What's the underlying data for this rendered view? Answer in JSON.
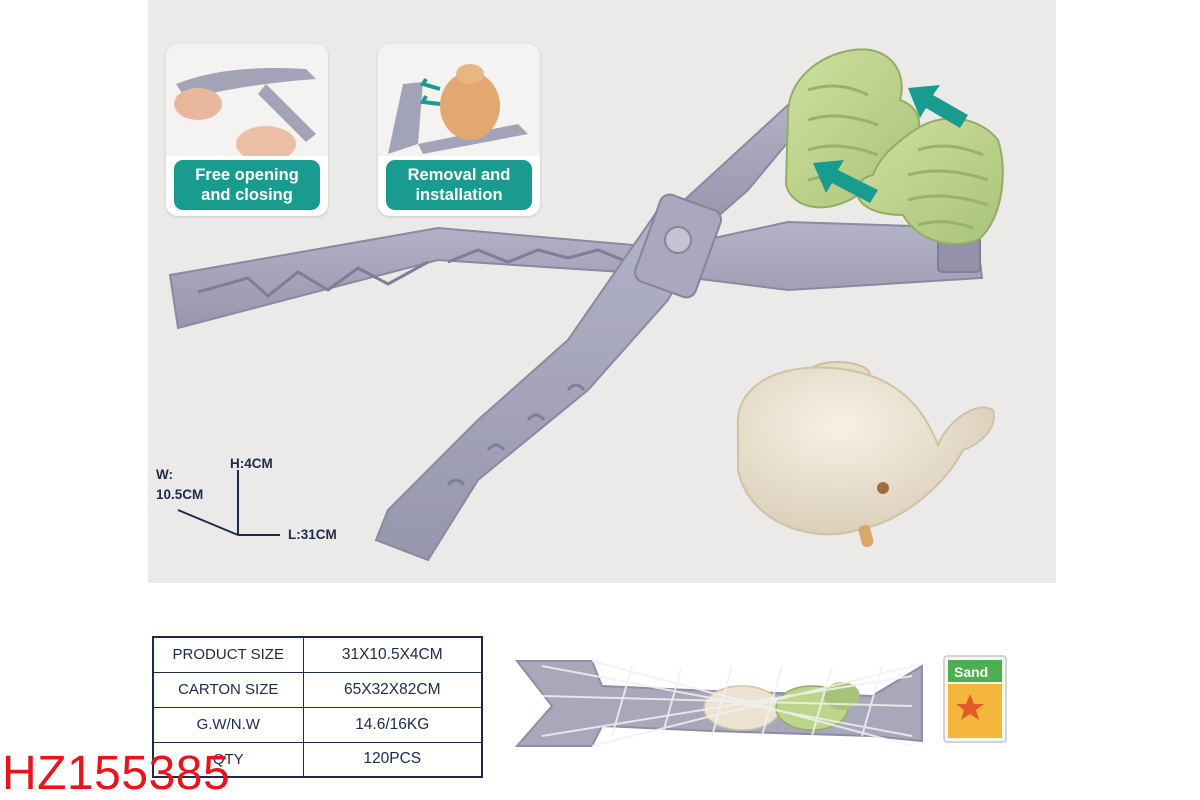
{
  "features": [
    {
      "icon": "hand-grip-icon",
      "lines": [
        "Free opening",
        "and closing"
      ]
    },
    {
      "icon": "mold-swap-icon",
      "lines": [
        "Removal and",
        "installation"
      ]
    }
  ],
  "dimensions": {
    "height": "H:4CM",
    "width_line1": "W:",
    "width_line2": "10.5CM",
    "length": "L:31CM"
  },
  "specs": [
    {
      "label": "PRODUCT SIZE",
      "value": "31X10.5X4CM"
    },
    {
      "label": "CARTON SIZE",
      "value": "65X32X82CM"
    },
    {
      "label": "G.W/N.W",
      "value": "14.6/16KG"
    },
    {
      "label": "QTY",
      "value": "120PCS"
    }
  ],
  "package": {
    "sand_label": "Sand"
  },
  "model_code": "HZ155385",
  "colors": {
    "background": "#eceae8",
    "tool_gray": "#a3a3b8",
    "mold_green": "#bdd48c",
    "whale_cream": "#ece3d2",
    "accent_teal": "#1a9b8f",
    "spec_navy": "#1e2a4a",
    "code_red": "#e8141c"
  }
}
